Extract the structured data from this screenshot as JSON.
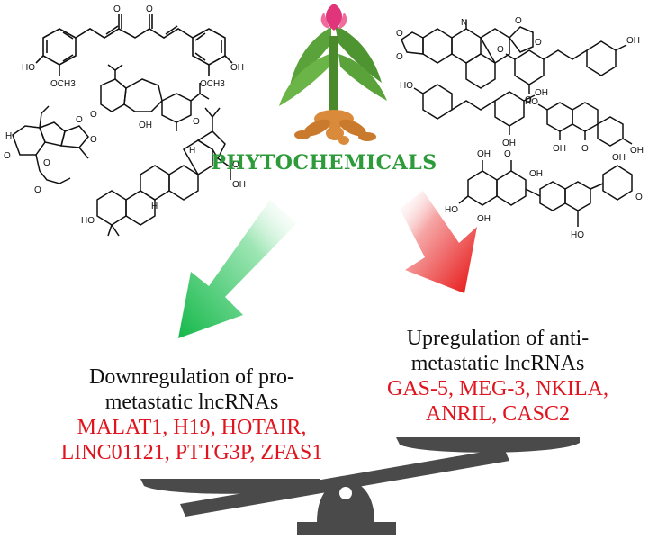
{
  "title": "PHYTOCHEMICALS",
  "left_panel": {
    "heading_line1": "Downregulation of pro-",
    "heading_line2": "metastatic lncRNAs",
    "genes_line1": "MALAT1, H19, HOTAIR,",
    "genes_line2": "LINC01121, PTTG3P, ZFAS1"
  },
  "right_panel": {
    "heading_line1": "Upregulation of anti-",
    "heading_line2": "metastatic lncRNAs",
    "genes_line1": "GAS-5, MEG-3, NKILA,",
    "genes_line2": "ANRIL, CASC2"
  },
  "molecule_labels": {
    "ho": "HO",
    "oh": "OH",
    "och3": "OCH3",
    "o": "O",
    "h": "H",
    "n": "N"
  },
  "colors": {
    "title": "#2e9b3a",
    "down_arrow": "#1fbf5a",
    "up_arrow": "#e81e1e",
    "gene_text": "#e0141e",
    "scale": "#4a4a4a"
  }
}
